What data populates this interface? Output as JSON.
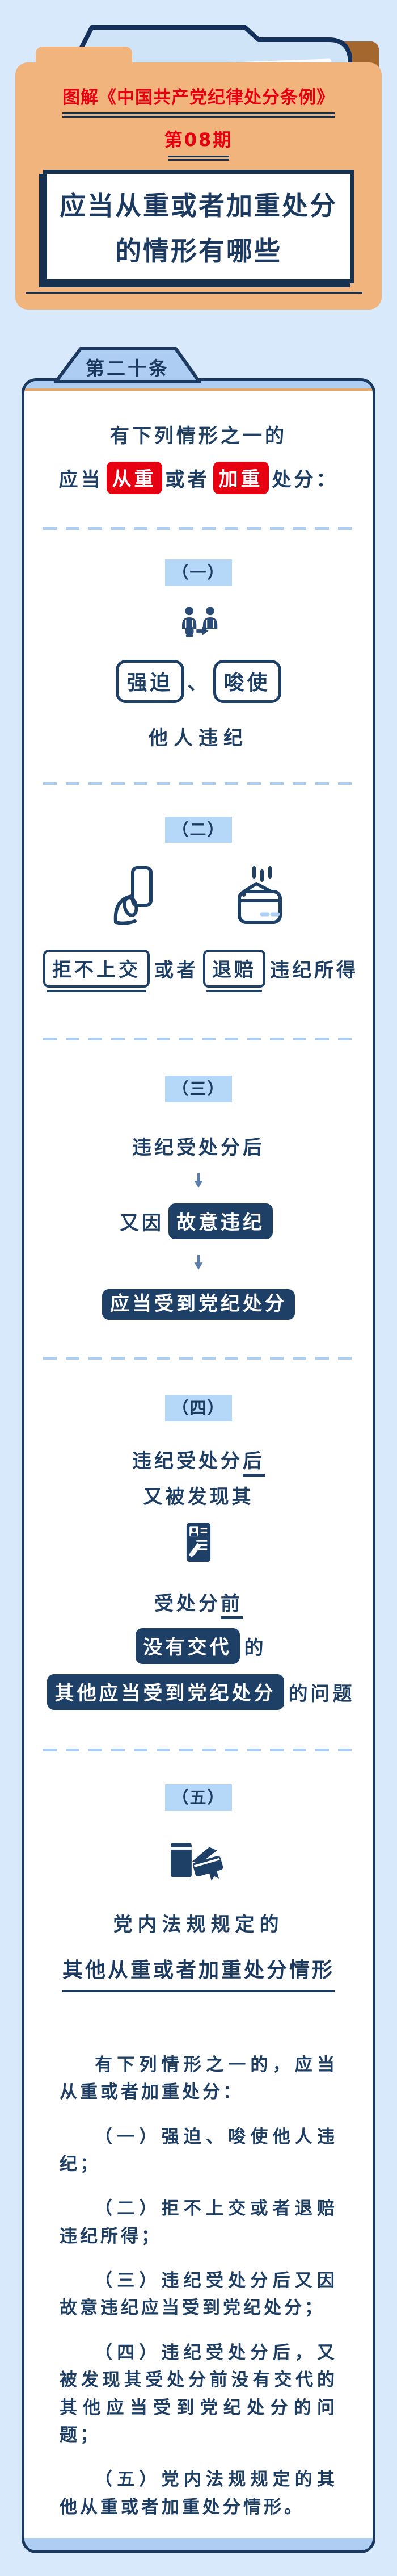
{
  "colors": {
    "page_bg": "#d7e9fb",
    "navy": "#1c3a60",
    "navy_fill": "#1e3f66",
    "red": "#e60012",
    "badge_blue": "#b5d7f8",
    "divider_blue": "#aecdf2",
    "folder_orange": "#f0b47c",
    "folder_brown": "#a4682e",
    "paper_blue": "#cfe4f7",
    "arrow_blue": "#5b7da8",
    "accent_orange": "#e8a968"
  },
  "header": {
    "series_title": "图解《中国共产党纪律处分条例》",
    "issue": "第08期",
    "title_line1": "应当从重或者加重处分",
    "title_line2": "的情形有哪些"
  },
  "article": {
    "tab": "第二十条"
  },
  "intro": {
    "line1": "有下列情形之一的",
    "pre": "应当",
    "chip1": "从重",
    "mid": "或者",
    "chip2": "加重",
    "post": "处分："
  },
  "sections": {
    "one": {
      "badge": "（一）",
      "chip1": "强迫",
      "sep": "、",
      "chip2": "唆使",
      "text": "他人违纪"
    },
    "two": {
      "badge": "（二）",
      "chip1": "拒不上交",
      "mid": "或者",
      "chip2": "退赔",
      "post": "违纪所得"
    },
    "three": {
      "badge": "（三）",
      "line1": "违纪受处分后",
      "line2_pre": "又因",
      "chip": "故意违纪",
      "result": "应当受到党纪处分"
    },
    "four": {
      "badge": "（四）",
      "line1_pre": "违纪受处分",
      "line1_u": "后",
      "line2": "又被发现其",
      "line3_pre": "受处分",
      "line3_u": "前",
      "chip1": "没有交代",
      "suffix1": "的",
      "chip2": "其他应当受到党纪处分",
      "suffix2": "的问题"
    },
    "five": {
      "badge": "（五）",
      "line1": "党内法规规定的",
      "line2": "其他从重或者加重处分情形"
    }
  },
  "law_text": {
    "paragraphs": [
      "有下列情形之一的，应当从重或者加重处分：",
      "（一）强迫、唆使他人违纪；",
      "（二）拒不上交或者退赔违纪所得；",
      "（三）违纪受处分后又因故意违纪应当受到党纪处分；",
      "（四）违纪受处分后，又被发现其受处分前没有交代的其他应当受到党纪处分的问题；",
      "（五）党内法规规定的其他从重或者加重处分情形。"
    ]
  },
  "icons": {
    "instigate": "instigate-persons-icon",
    "hand_card": "hand-card-icon",
    "wallet": "wallet-refund-icon",
    "record": "record-card-icon",
    "books": "books-icon",
    "arrow": "down-arrow-icon"
  }
}
